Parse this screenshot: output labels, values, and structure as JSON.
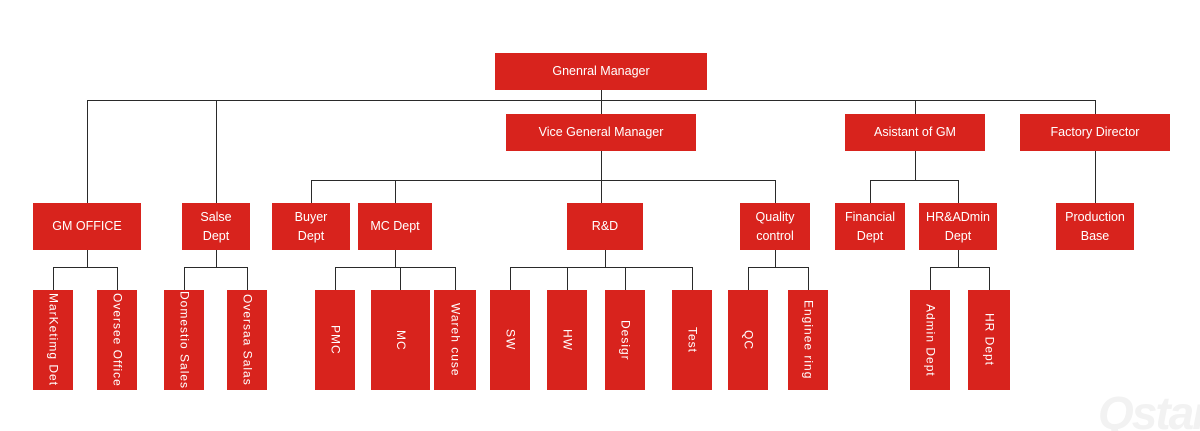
{
  "diagram": {
    "type": "org-chart",
    "watermark": "Qstar",
    "colors": {
      "box": "#d8231d",
      "line": "#2a2a2a",
      "text": "#ffffff",
      "watermark": "#f2f2f2",
      "background": "#ffffff"
    },
    "nodes": {
      "gm": "Gnenral Manager",
      "vice_gm": "Vice General Manager",
      "assistant_gm": "Asistant of GM",
      "factory_director": "Factory Director",
      "gm_office": "GM OFFICE",
      "salse_dept": "Salse\nDept",
      "buyer_dept": "Buyer\nDept",
      "mc_dept": "MC Dept",
      "rnd": "R&D",
      "quality_control": "Quality\ncontrol",
      "financial_dept": "Financial\nDept",
      "hr_admin_dept": "HR&ADmin\nDept",
      "production_base": "Production\nBase",
      "marketing_det": "MarKetimg Det",
      "oversee_office": "Oversee Office",
      "domestic_sales": "Domestio Sales",
      "oversaa_salas": "Oversaa Salas",
      "pmc": "PMC",
      "mc": "MC",
      "warehouse": "Wareh cuse",
      "sw": "SW",
      "hw": "HW",
      "design": "Desigr",
      "test": "Test",
      "qc": "QC",
      "engineering": "Enginee ring",
      "admin_dept": "Admin Dept",
      "hr_dept": "HR Dept"
    },
    "hierarchy": [
      {
        "parent": "Gnenral Manager",
        "children": [
          "GM OFFICE",
          "Salse Dept",
          "Vice General Manager",
          "Asistant of GM",
          "Factory Director"
        ]
      },
      {
        "parent": "Vice General Manager",
        "children": [
          "Buyer Dept",
          "MC Dept",
          "R&D",
          "Quality control"
        ]
      },
      {
        "parent": "Asistant of GM",
        "children": [
          "Financial Dept",
          "HR&ADmin Dept"
        ]
      },
      {
        "parent": "Factory Director",
        "children": [
          "Production Base"
        ]
      },
      {
        "parent": "GM OFFICE",
        "children": [
          "MarKetimg Det",
          "Oversee Office"
        ]
      },
      {
        "parent": "Salse Dept",
        "children": [
          "Domestio Sales",
          "Oversaa Salas"
        ]
      },
      {
        "parent": "MC Dept",
        "children": [
          "PMC",
          "MC",
          "Wareh cuse"
        ]
      },
      {
        "parent": "R&D",
        "children": [
          "SW",
          "HW",
          "Desigr",
          "Test"
        ]
      },
      {
        "parent": "Quality control",
        "children": [
          "QC",
          "Enginee ring"
        ]
      },
      {
        "parent": "HR&ADmin Dept",
        "children": [
          "Admin Dept",
          "HR Dept"
        ]
      }
    ]
  }
}
